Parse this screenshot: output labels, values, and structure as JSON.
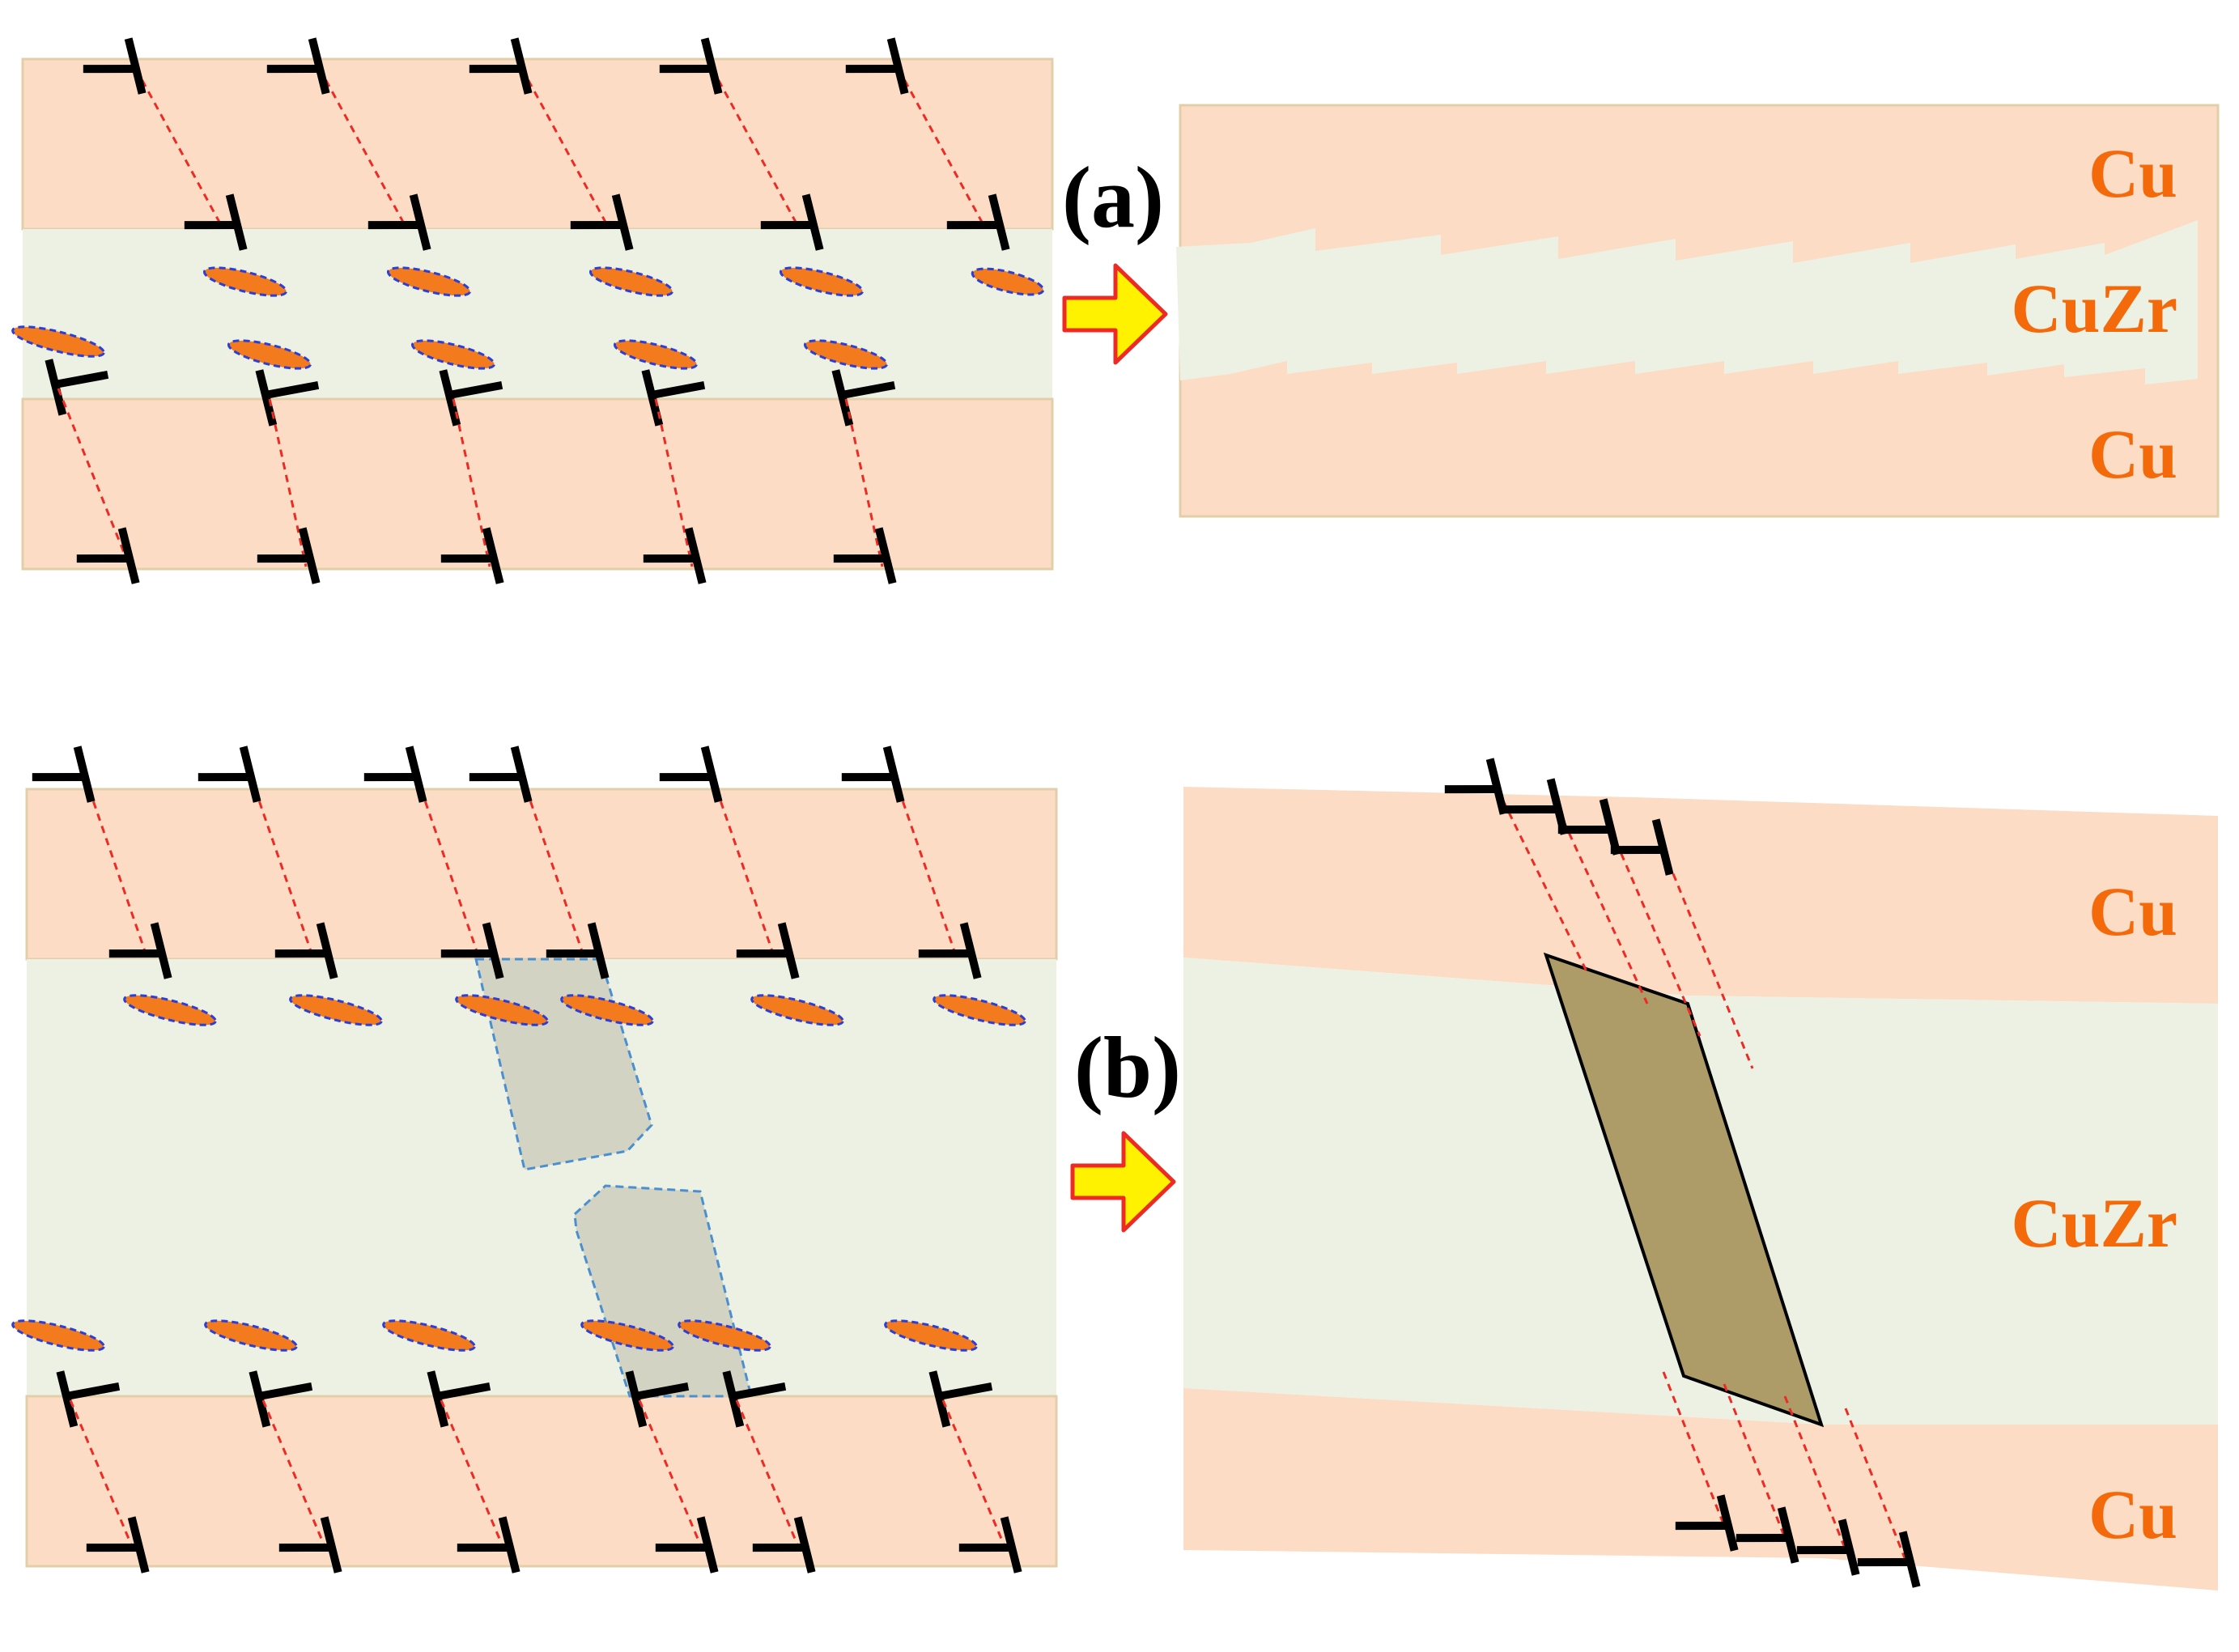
{
  "panels": {
    "a": {
      "label": "(a)"
    },
    "b": {
      "label": "(b)"
    }
  },
  "layers": {
    "top": "Cu",
    "middle": "CuZr",
    "bottom": "Cu"
  },
  "colors": {
    "cu": "#fcdcc4",
    "cuzr": "#edf1e4",
    "label": "#f46a0a",
    "dislocation": "#000000",
    "trace": "#ee2a24",
    "stz_fill": "#f47a1e",
    "stz_outline": "#2a3fd8",
    "shear_band": "#ad9b68",
    "embryo": "#d2d3c2",
    "arrow_fill": "#fff200",
    "arrow_stroke": "#ee2a24"
  },
  "icons": {
    "dislocation": "edge-dislocation-icon",
    "arrow": "right-arrow-icon"
  }
}
